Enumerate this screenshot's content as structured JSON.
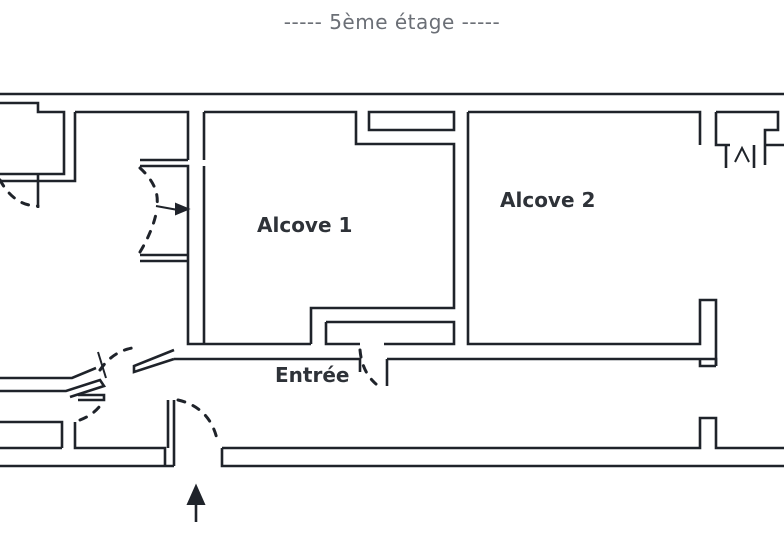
{
  "title": "-----  5ème étage  -----",
  "rooms": {
    "alcove1": "Alcove 1",
    "alcove2": "Alcove 2",
    "entree": "Entrée"
  },
  "colors": {
    "wall": "#1f232a",
    "label": "#2e3238",
    "title": "#6b6f76",
    "background": "#ffffff"
  },
  "icons": {
    "entrance_arrow": "arrow-up-icon",
    "door_swing": "door-swing-icon"
  }
}
